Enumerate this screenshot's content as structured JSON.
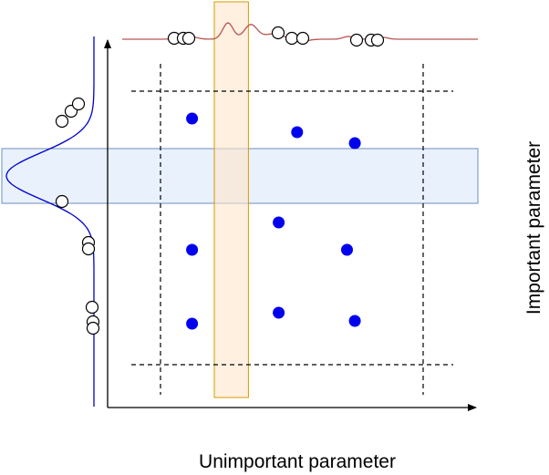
{
  "labels": {
    "x_axis": "Unimportant parameter",
    "y_axis": "Important parameter"
  },
  "points": [
    {
      "x": 0.12,
      "y": 0.9
    },
    {
      "x": 0.12,
      "y": 0.42
    },
    {
      "x": 0.12,
      "y": 0.15
    },
    {
      "x": 0.45,
      "y": 0.52
    },
    {
      "x": 0.52,
      "y": 0.85
    },
    {
      "x": 0.45,
      "y": 0.19
    },
    {
      "x": 0.74,
      "y": 0.81
    },
    {
      "x": 0.71,
      "y": 0.42
    },
    {
      "x": 0.74,
      "y": 0.16
    }
  ],
  "grid_bounds": {
    "x": [
      0,
      1
    ],
    "y": [
      0,
      1
    ]
  },
  "important_band": {
    "center": 0.69,
    "width": 0.2
  },
  "unimportant_band": {
    "center": 0.27,
    "width": 0.13
  },
  "colors": {
    "point": "#0000ee",
    "axis": "#000000",
    "grid": "#000000",
    "important_curve": "#0000cc",
    "unimportant_curve": "#b85450",
    "important_band_fill": "#dae8fc",
    "important_band_stroke": "#6c8ebf",
    "unimportant_band_fill": "#ffe6cc",
    "unimportant_band_stroke": "#d79b00",
    "sample_fill": "#ffffff",
    "sample_stroke": "#000000"
  }
}
